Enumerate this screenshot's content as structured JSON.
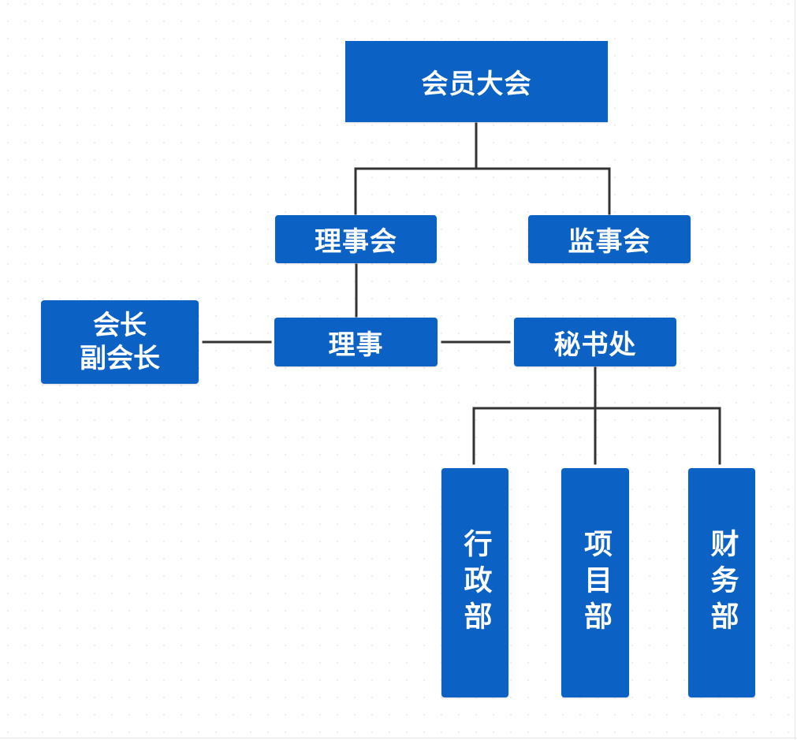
{
  "diagram": {
    "nodes": [
      {
        "id": "assembly",
        "label": "会员大会"
      },
      {
        "id": "council",
        "label": "理事会"
      },
      {
        "id": "supervisory",
        "label": "监事会"
      },
      {
        "id": "president",
        "label": "会长\n副会长"
      },
      {
        "id": "director",
        "label": "理事"
      },
      {
        "id": "secretariat",
        "label": "秘书处"
      },
      {
        "id": "admin",
        "label": "行政部"
      },
      {
        "id": "project",
        "label": "项目部"
      },
      {
        "id": "finance",
        "label": "财务部"
      }
    ],
    "edges": [
      {
        "from": "assembly",
        "to": "council"
      },
      {
        "from": "assembly",
        "to": "supervisory"
      },
      {
        "from": "council",
        "to": "director"
      },
      {
        "from": "director",
        "to": "president"
      },
      {
        "from": "director",
        "to": "secretariat"
      },
      {
        "from": "secretariat",
        "to": "admin"
      },
      {
        "from": "secretariat",
        "to": "project"
      },
      {
        "from": "secretariat",
        "to": "finance"
      }
    ],
    "colors": {
      "node_fill": "#0b62c4",
      "node_text": "#ffffff",
      "connector": "#333333"
    }
  }
}
